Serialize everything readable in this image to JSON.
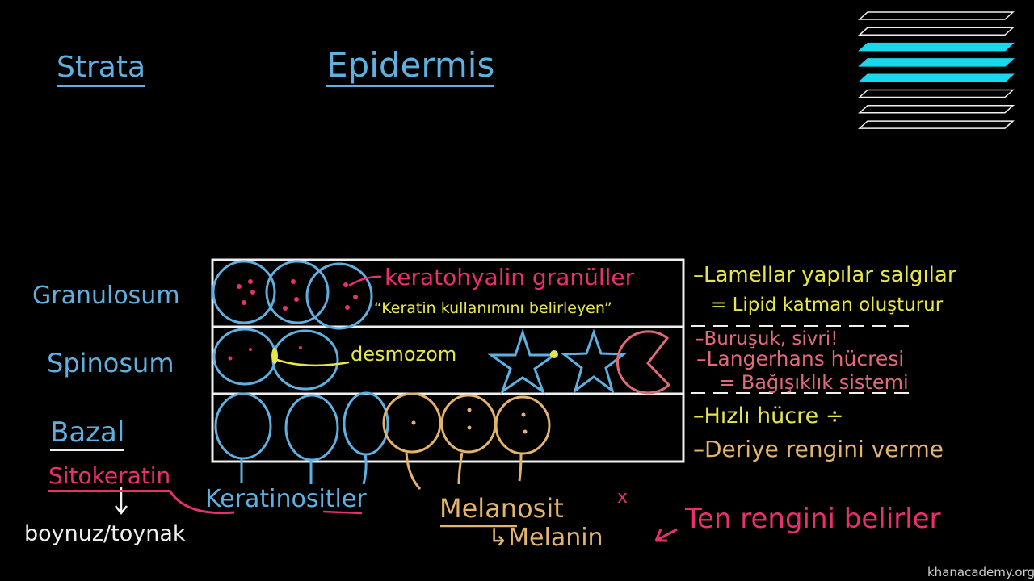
{
  "header": {
    "strata_label": "Strata",
    "epidermis_title": "Epidermis"
  },
  "layers": {
    "granulosum": "Granulosum",
    "spinosum": "Spinosum",
    "bazal": "Bazal"
  },
  "annotations": {
    "keratohyalin": "keratohyalin granüller",
    "keratin_quote": "“Keratin kullanımını belirleyen”",
    "desmozom": "desmozom",
    "lamellar": "–Lamellar yapılar salgılar",
    "lipid": "= Lipid katman oluşturur",
    "burusuk": "–Buruşuk, sivri!",
    "langerhans": "–Langerhans hücresi",
    "bagisiklik": "= Bağışıklık sistemi",
    "hizli": "–Hızlı hücre ÷",
    "deriye": "–Deriye rengini verme",
    "sitokeratin": "Sitokeratin",
    "boynuz": "boynuz/toynak",
    "keratinositler": "Keratinositler",
    "melanosit": "Melanosit",
    "melanosit_x": "x",
    "melanin": "↳Melanin",
    "ten": "Ten rengini belirler"
  },
  "watermark": "khanacademy.org",
  "colors": {
    "blue": "#5fb0e0",
    "yellow": "#e6e64a",
    "pink": "#e8306e",
    "orange": "#e3b46c",
    "cyan": "#18d8f0",
    "white": "#f0f0f0"
  },
  "strata_icon": {
    "bars": 8,
    "highlighted": [
      2,
      3,
      4
    ]
  }
}
